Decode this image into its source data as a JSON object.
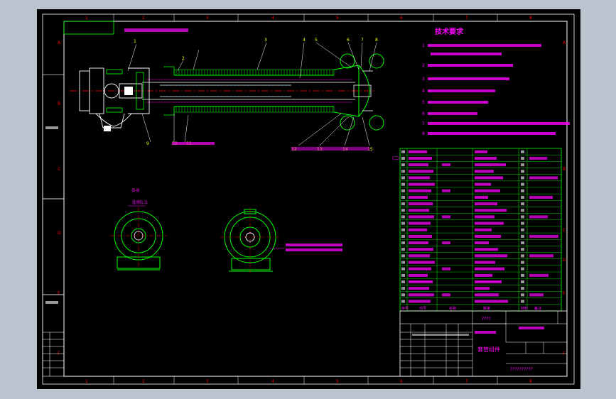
{
  "colors": {
    "background": "#b9c4cf",
    "paper": "#000000",
    "frame": "#ffffff",
    "magenta": "#ff00ff",
    "green": "#00ff00",
    "red": "#ff0000",
    "yellow": "#ffff00"
  },
  "border": {
    "columns": [
      "1",
      "2",
      "3",
      "4",
      "5",
      "6",
      "7",
      "8"
    ],
    "rows_left": [
      "A",
      "B",
      "C",
      "D",
      "E",
      "F"
    ],
    "rows_right": [
      "A",
      "B",
      "C",
      "D",
      "E",
      "F"
    ]
  },
  "notes": {
    "title": "技术要求",
    "numbers": [
      "1",
      "2",
      "3",
      "4",
      "5",
      "6",
      "7",
      "8"
    ]
  },
  "drawing": {
    "section_label": "B-B",
    "scale_label": "比例1:5",
    "unit_label": "(二)"
  },
  "parts_table": {
    "footer_labels": [
      "序号",
      "代号",
      "名称",
      "数量",
      "材料",
      "备注"
    ]
  },
  "title_block": {
    "drawing_name": "套管组件",
    "placeholder_top": "????",
    "placeholder_bottom": "??????????"
  }
}
